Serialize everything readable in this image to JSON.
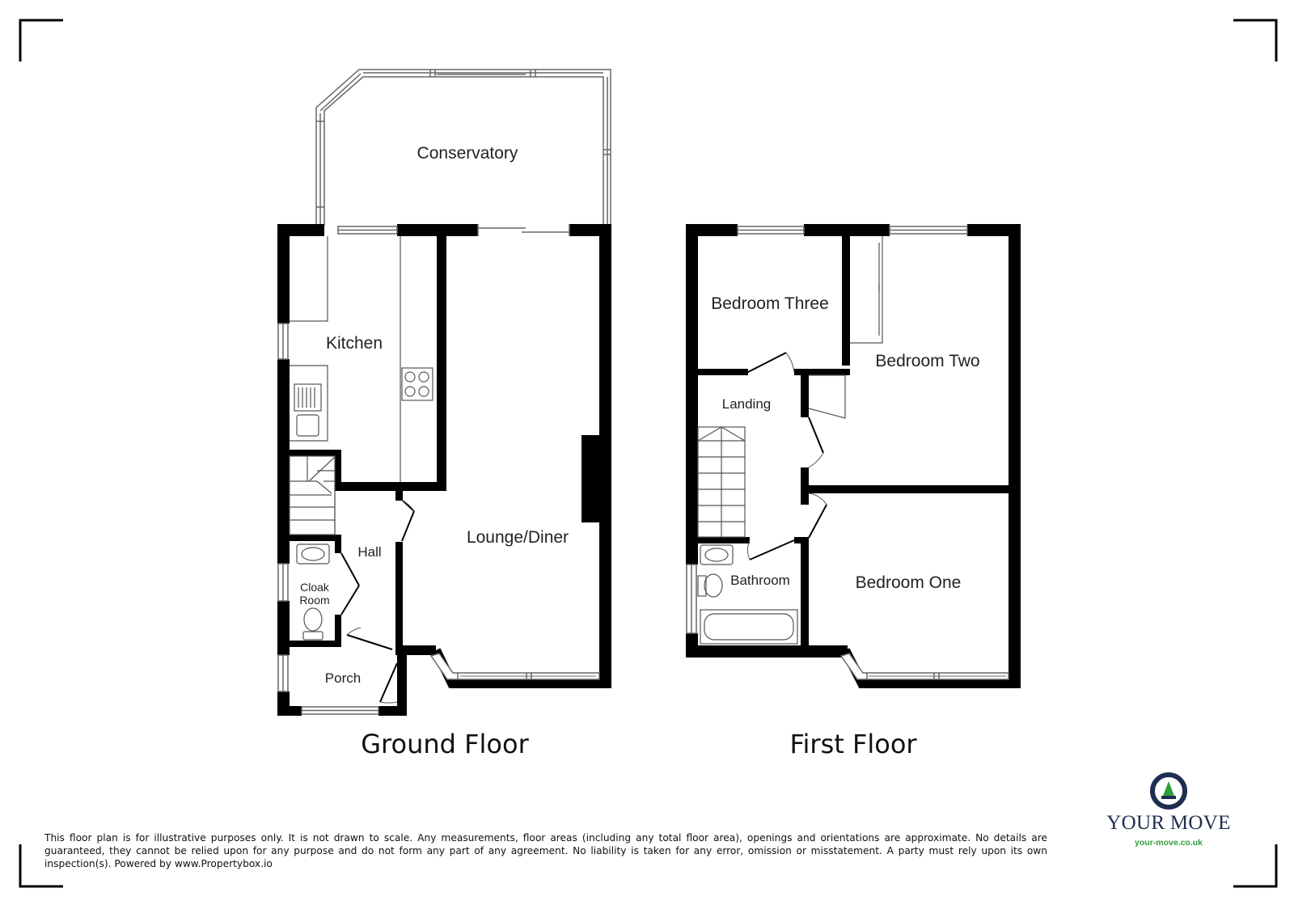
{
  "floors": {
    "ground": {
      "title": "Ground Floor",
      "rooms": {
        "conservatory": "Conservatory",
        "kitchen": "Kitchen",
        "lounge": "Lounge/Diner",
        "hall": "Hall",
        "cloak_line1": "Cloak",
        "cloak_line2": "Room",
        "porch": "Porch"
      }
    },
    "first": {
      "title": "First Floor",
      "rooms": {
        "bedroom_three": "Bedroom Three",
        "bedroom_two": "Bedroom Two",
        "landing": "Landing",
        "bathroom": "Bathroom",
        "bedroom_one": "Bedroom One"
      }
    }
  },
  "disclaimer": "This floor plan is for illustrative purposes only. It is not drawn to scale. Any measurements, floor areas (including any total floor area), openings and orientations are approximate. No details are guaranteed, they cannot be relied upon for any purpose and do not form any part of any agreement. No liability is taken for any error, omission or misstatement. A party must rely upon its own inspection(s). Powered by www.Propertybox.io",
  "logo": {
    "name": "YOUR MOVE",
    "url": "your-move.co.uk",
    "colors": {
      "navy": "#1f2d52",
      "green": "#2e9e3a"
    }
  },
  "colors": {
    "wall": "#000000",
    "window": "#666666",
    "fixture": "#555555"
  }
}
